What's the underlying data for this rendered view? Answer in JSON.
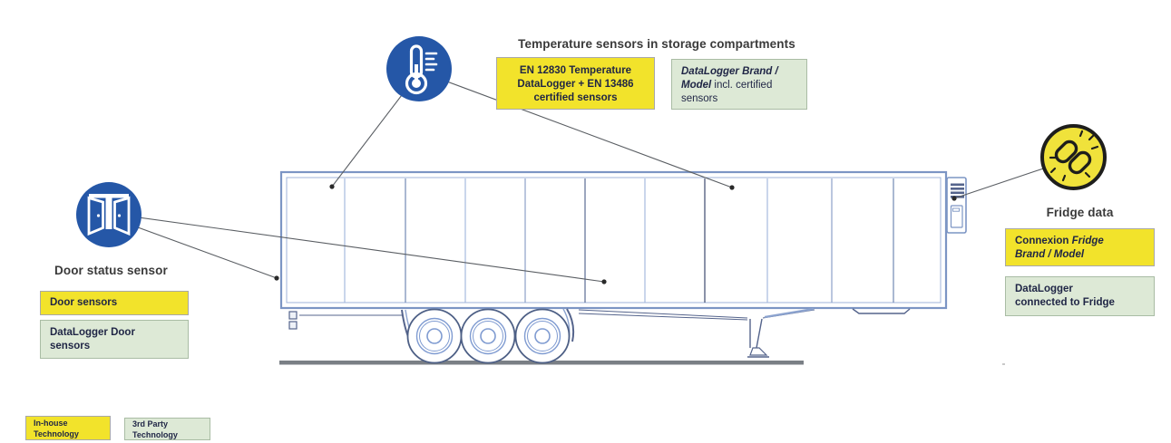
{
  "colors": {
    "inhouse_yellow": "#F2E32B",
    "thirdparty_green": "#DDE9D6",
    "sensor_icon_blue": "#2557A7",
    "link_icon_yellow": "#F0E23B",
    "trailer_outline_blue": "#7C95C4",
    "road_gray": "#7A7F85",
    "connector_gray": "#5A5E63"
  },
  "temp_callout": {
    "icon": "thermometer-icon",
    "heading": "Temperature sensors in storage compartments",
    "yellow_box_lines": [
      "EN 12830 Temperature",
      "DataLogger + EN 13486",
      "certified sensors"
    ],
    "green_box": {
      "line1_emphasis": "DataLogger Brand /",
      "line2_emphasis": "Model",
      "line2_rest": " incl. certified",
      "line3": "sensors"
    }
  },
  "door_callout": {
    "icon": "open-doors-icon",
    "heading": "Door status sensor",
    "yellow_box": "Door sensors",
    "green_box_lines": [
      "DataLogger Door",
      "sensors"
    ]
  },
  "fridge_callout": {
    "icon": "chain-link-icon",
    "heading": "Fridge data",
    "yellow_box": {
      "line1_prefix": "Connexion ",
      "line1_emphasis": "Fridge",
      "line2_emphasis": "Brand / Model"
    },
    "green_box_lines": [
      "DataLogger",
      "connected to Fridge"
    ]
  },
  "legend": {
    "inhouse_lines": [
      "In-house",
      "Technology"
    ],
    "thirdparty_lines": [
      "3rd Party",
      "Technology"
    ]
  }
}
